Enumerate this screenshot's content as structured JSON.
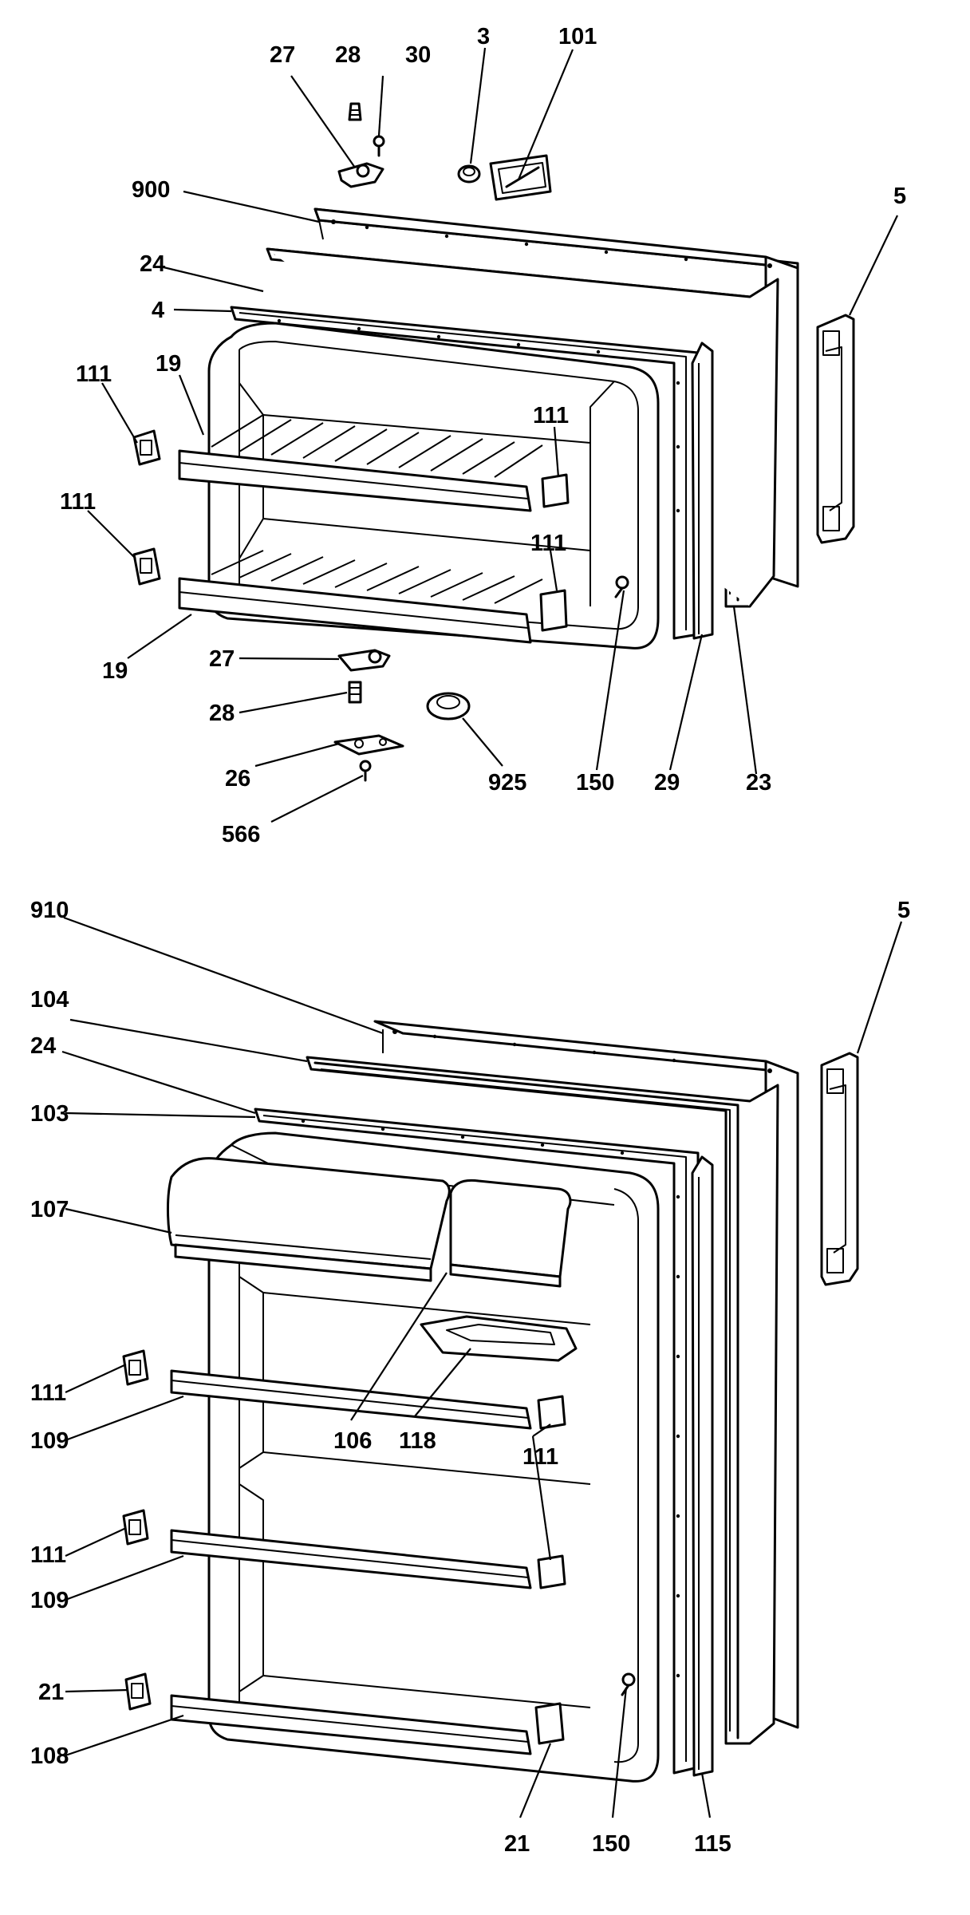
{
  "diagram": {
    "freezer_door": {
      "labels": [
        {
          "id": "27a",
          "text": "27"
        },
        {
          "id": "28a",
          "text": "28"
        },
        {
          "id": "30",
          "text": "30"
        },
        {
          "id": "3",
          "text": "3"
        },
        {
          "id": "101",
          "text": "101"
        },
        {
          "id": "900",
          "text": "900"
        },
        {
          "id": "5a",
          "text": "5"
        },
        {
          "id": "24a",
          "text": "24"
        },
        {
          "id": "4",
          "text": "4"
        },
        {
          "id": "111a",
          "text": "111"
        },
        {
          "id": "19a",
          "text": "19"
        },
        {
          "id": "111b",
          "text": "111"
        },
        {
          "id": "111c",
          "text": "111"
        },
        {
          "id": "111d",
          "text": "111"
        },
        {
          "id": "19b",
          "text": "19"
        },
        {
          "id": "27b",
          "text": "27"
        },
        {
          "id": "28b",
          "text": "28"
        },
        {
          "id": "26",
          "text": "26"
        },
        {
          "id": "566",
          "text": "566"
        },
        {
          "id": "925",
          "text": "925"
        },
        {
          "id": "150a",
          "text": "150"
        },
        {
          "id": "29",
          "text": "29"
        },
        {
          "id": "23",
          "text": "23"
        }
      ]
    },
    "fresh_food_door": {
      "labels": [
        {
          "id": "910",
          "text": "910"
        },
        {
          "id": "5b",
          "text": "5"
        },
        {
          "id": "104",
          "text": "104"
        },
        {
          "id": "24b",
          "text": "24"
        },
        {
          "id": "103",
          "text": "103"
        },
        {
          "id": "107",
          "text": "107"
        },
        {
          "id": "111e",
          "text": "111"
        },
        {
          "id": "109a",
          "text": "109"
        },
        {
          "id": "106",
          "text": "106"
        },
        {
          "id": "118",
          "text": "118"
        },
        {
          "id": "111f",
          "text": "111"
        },
        {
          "id": "111g",
          "text": "111"
        },
        {
          "id": "109b",
          "text": "109"
        },
        {
          "id": "21a",
          "text": "21"
        },
        {
          "id": "108",
          "text": "108"
        },
        {
          "id": "21b",
          "text": "21"
        },
        {
          "id": "150b",
          "text": "150"
        },
        {
          "id": "115",
          "text": "115"
        }
      ]
    }
  }
}
